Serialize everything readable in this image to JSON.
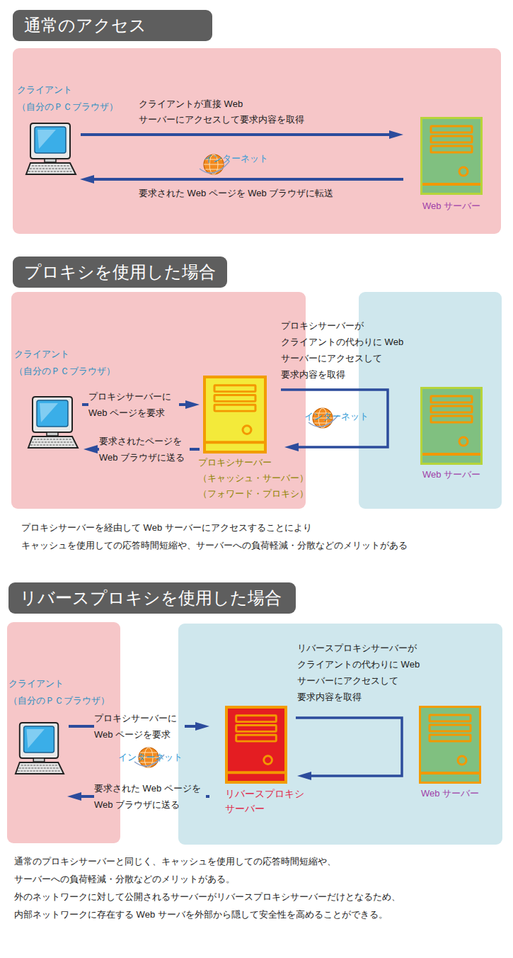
{
  "diagram": {
    "nodes": [
      {
        "text": [
          "通常のアクセス"
        ]
      },
      {
        "text": [
          "クライアント （自分のＰＣブラウザ）"
        ]
      },
      {
        "text": [
          "Web サーバー"
        ]
      },
      {
        "text": [
          "プロキシを使用した場合"
        ]
      },
      {
        "text": [
          "クライアント （自分のＰＣブラウザ）"
        ]
      },
      {
        "text": [
          "プロキシサーバー （キャッシュ・サーバー） （フォワード・プロキシ）"
        ]
      },
      {
        "text": [
          "Web サーバー"
        ]
      },
      {
        "text": [
          "リバースプロキシを使用した場合"
        ]
      },
      {
        "text": [
          "クライアント （自分のＰＣブラウザ）"
        ]
      },
      {
        "text": [
          "リバースプロキシ サーバー"
        ]
      },
      {
        "text": [
          "Web サーバー"
        ]
      }
    ],
    "edges": [
      {
        "from": 1,
        "to": 2,
        "arrow": "to",
        "label": "クライアントが直接 Web サーバーにアクセスして要求内容を取得"
      },
      {
        "from": 2,
        "to": 1,
        "arrow": "to",
        "label": "要求された Web ページを Web ブラウザに転送"
      },
      {
        "from": 4,
        "to": 5,
        "arrow": "to",
        "label": "プロキシサーバーに Web ページを要求"
      },
      {
        "from": 5,
        "to": 4,
        "arrow": "to",
        "label": "要求されたページを Web ブラウザに送る"
      },
      {
        "from": 5,
        "to": 5,
        "arrow": "to",
        "label": "プロキシサーバーが クライアントの代わりに Web サーバーにアクセスして 要求内容を取得"
      },
      {
        "from": 8,
        "to": 9,
        "arrow": "to",
        "label": "プロキシサーバーに Web ページを要求"
      },
      {
        "from": 9,
        "to": 8,
        "arrow": "to",
        "label": "要求された Web ページを Web ブラウザに送る"
      },
      {
        "from": 9,
        "to": 9,
        "arrow": "to",
        "label": "リバースプロキシサーバーが クライアントの代わりに Web サーバーにアクセスして 要求内容を取得"
      }
    ],
    "labels": [
      "インターネット",
      "インターネット",
      "プロキシサーバーを経由して Web サーバーにアクセスすることにより キャッシュを使用しての応答時間短縮や、サーバーへの負荷軽減・分散などのメリットがある",
      "インターネット",
      "通常のプロキシサーバーと同じく、キャッシュを使用しての応答時間短縮や、 サーバーへの負荷軽減・分散などのメリットがある。 外のネットワークに対して公開されるサーバーがリバースプロキシサーバーだけとなるため、 内部ネットワークに存在する Web サーバを外部から隠して安全性を高めることができる。"
    ]
  }
}
